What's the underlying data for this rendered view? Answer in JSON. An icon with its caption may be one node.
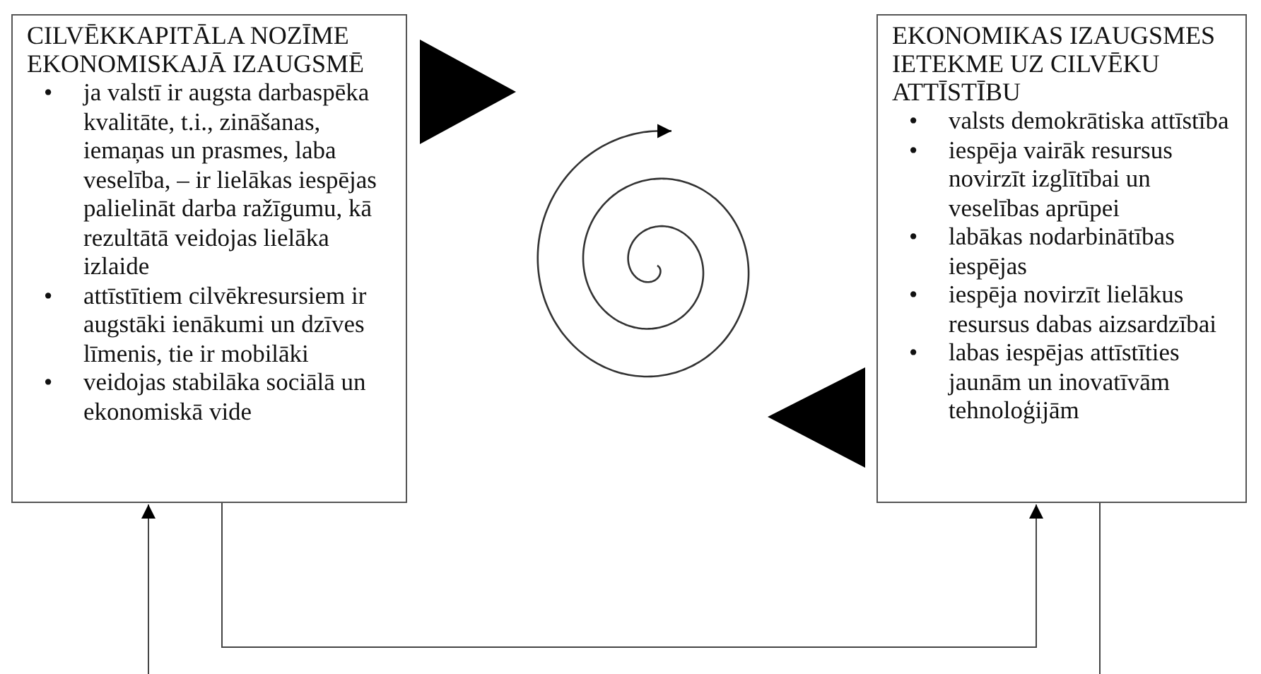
{
  "diagram": {
    "nodes": [
      {
        "text": [
          "CILVĒKKAPITĀLA NOZĪME EKONOMISKAJĀ IZAUGSMĒ",
          "•",
          "ja valstī ir augsta darbaspēka kvalitāte, t.i., zināšanas, iemaņas un prasmes, laba veselība, – ir lielākas iespējas palielināt darba ražīgumu, kā rezultātā veidojas lielāka izlaide",
          "•",
          "attīstītiem cilvēkresursiem ir augstāki ienākumi un dzīves līmenis, tie ir mobilāki",
          "•",
          "veidojas stabilāka sociālā un ekonomiskā vide"
        ]
      },
      {
        "text": [
          "EKONOMIKAS IZAUGSMES IETEKME UZ CILVĒKU ATTĪSTĪBU",
          "•",
          "valsts demokrātiska attīstība",
          "•",
          "iespēja vairāk resursus novirzīt izglītībai un veselības aprūpei",
          "•",
          "labākas nodarbinātības iespējas",
          "•",
          "iespēja novirzīt lielākus resursus dabas aizsardzībai",
          "•",
          "labas iespējas attīstīties jaunām un inovatīvām tehnoloģijām"
        ]
      }
    ],
    "edges": [
      {
        "from": 0,
        "to": 1,
        "arrow": "to"
      },
      {
        "from": null,
        "to": 0,
        "arrow": "to"
      },
      {
        "from": 1,
        "to": null,
        "arrow": "none"
      }
    ]
  }
}
